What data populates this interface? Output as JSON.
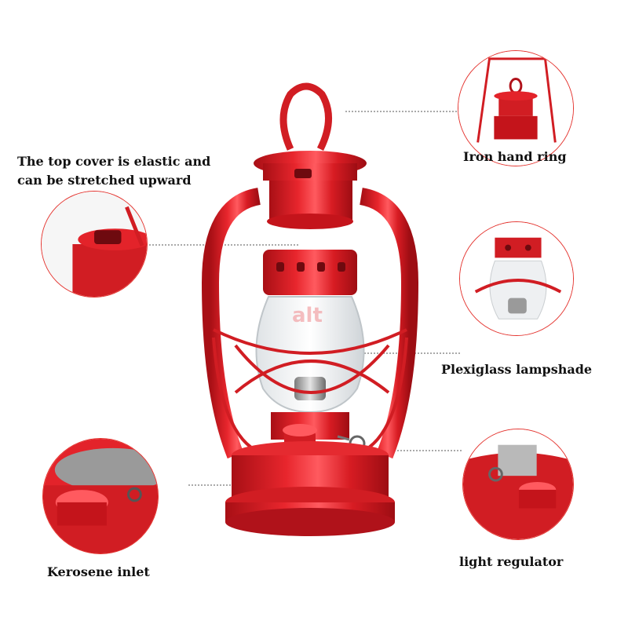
{
  "callouts": {
    "top_cover": "The top cover is elastic and can be stretched upward",
    "hand_ring": "Iron hand ring",
    "lampshade": "Plexiglass lampshade",
    "kerosene": "Kerosene inlet",
    "regulator": "light regulator"
  },
  "watermark": "alt",
  "colors": {
    "lantern_red": "#e3232a",
    "circle_border": "#e4342f",
    "dash": "#555555"
  }
}
